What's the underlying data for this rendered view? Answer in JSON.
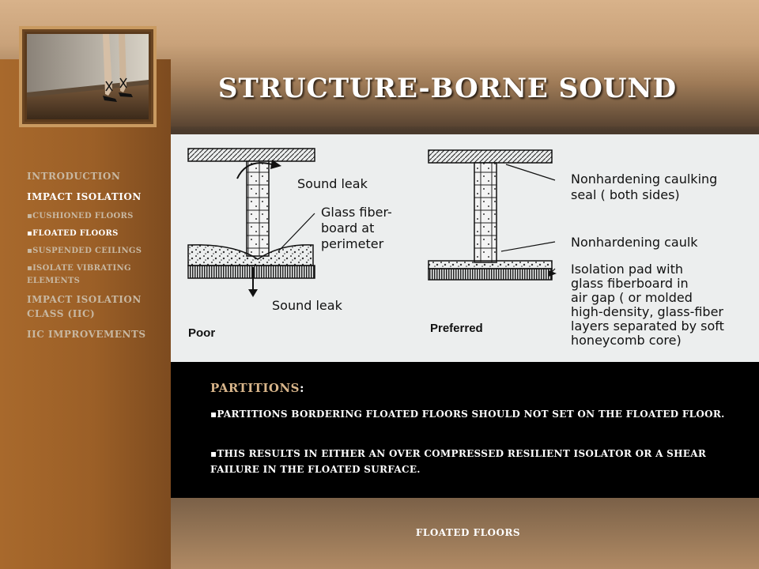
{
  "slide": {
    "title": "STRUCTURE-BORNE SOUND",
    "footer": "FLOATED FLOORS"
  },
  "sidebar": {
    "items": [
      {
        "label": "INTRODUCTION",
        "active": false
      },
      {
        "label": "IMPACT ISOLATION",
        "active": true
      },
      {
        "label": "▪CUSHIONED FLOORS",
        "active": false
      },
      {
        "label": "▪FLOATED FLOORS",
        "active": true
      },
      {
        "label": "▪SUSPENDED CEILINGS",
        "active": false
      },
      {
        "label": "▪ISOLATE VIBRATING ELEMENTS",
        "active": false
      },
      {
        "label": "IMPACT ISOLATION CLASS (IIC)",
        "active": false
      },
      {
        "label": "IIC IMPROVEMENTS",
        "active": false
      }
    ]
  },
  "diagram": {
    "poor_label": "Poor",
    "preferred_label": "Preferred",
    "sound_leak_top": "Sound leak",
    "sound_leak_bottom": "Sound leak",
    "glass_fiber": [
      "Glass fiber-",
      "board at",
      "perimeter"
    ],
    "caulking_seal": [
      "Nonhardening caulking",
      "seal ( both sides)"
    ],
    "caulk": "Nonhardening caulk",
    "isolation_pad": [
      "Isolation pad with",
      "glass fiberboard in",
      "air gap ( or molded",
      "high-density, glass-fiber",
      "layers separated by soft",
      "honeycomb core)"
    ]
  },
  "textbox": {
    "heading_main": "PARTITIONS",
    "heading_colon": ":",
    "bullets": [
      "▪PARTITIONS BORDERING FLOATED FLOORS SHOULD NOT SET ON THE FLOATED FLOOR.",
      "▪THIS RESULTS IN EITHER AN OVER COMPRESSED RESILIENT ISOLATOR OR  A SHEAR FAILURE IN THE FLOATED SURFACE."
    ]
  }
}
